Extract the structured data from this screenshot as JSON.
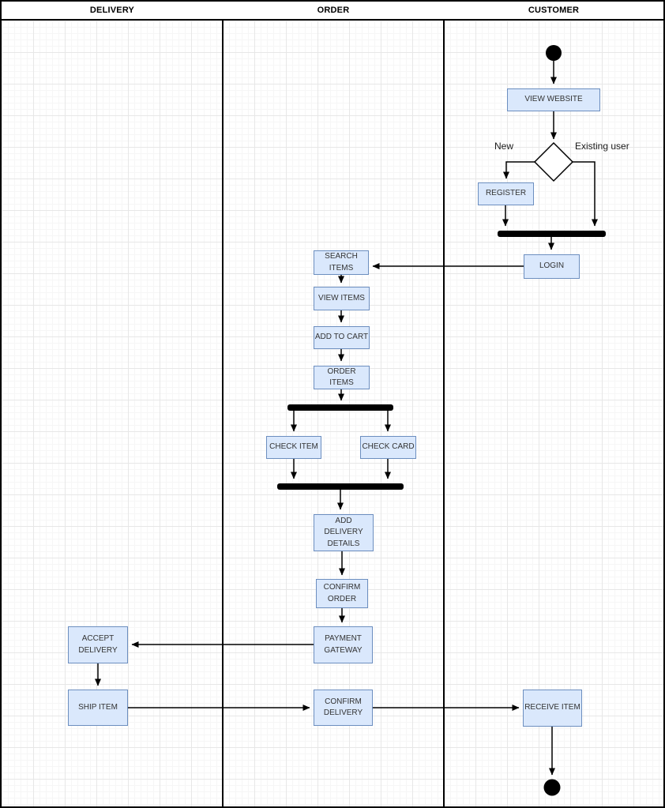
{
  "diagram": {
    "type": "activity-swimlane",
    "lanes": [
      {
        "label": "DELIVERY"
      },
      {
        "label": "ORDER"
      },
      {
        "label": "CUSTOMER"
      }
    ],
    "nodes": {
      "view_website": {
        "label": "VIEW WEBSITE",
        "lane": "CUSTOMER"
      },
      "register": {
        "label": "REGISTER",
        "lane": "CUSTOMER"
      },
      "login": {
        "label": "LOGIN",
        "lane": "CUSTOMER"
      },
      "search_items": {
        "label": "SEARCH\nITEMS",
        "lane": "ORDER"
      },
      "view_items": {
        "label": "VIEW ITEMS",
        "lane": "ORDER"
      },
      "add_to_cart": {
        "label": "ADD TO CART",
        "lane": "ORDER"
      },
      "order_items": {
        "label": "ORDER\nITEMS",
        "lane": "ORDER"
      },
      "check_item": {
        "label": "CHECK ITEM",
        "lane": "ORDER"
      },
      "check_card": {
        "label": "CHECK CARD",
        "lane": "ORDER"
      },
      "add_delivery_details": {
        "label": "ADD\nDELIVERY\nDETAILS",
        "lane": "ORDER"
      },
      "confirm_order": {
        "label": "CONFIRM\nORDER",
        "lane": "ORDER"
      },
      "payment_gateway": {
        "label": "PAYMENT\nGATEWAY",
        "lane": "ORDER"
      },
      "accept_delivery": {
        "label": "ACCEPT\nDELIVERY",
        "lane": "DELIVERY"
      },
      "ship_item": {
        "label": "SHIP ITEM",
        "lane": "DELIVERY"
      },
      "confirm_delivery": {
        "label": "CONFIRM\nDELIVERY",
        "lane": "ORDER"
      },
      "receive_item": {
        "label": "RECEIVE ITEM",
        "lane": "CUSTOMER"
      }
    },
    "decision_labels": {
      "left": "New",
      "right": "Existing user"
    },
    "edges": [
      {
        "from": "start",
        "to": "view_website"
      },
      {
        "from": "view_website",
        "to": "decision"
      },
      {
        "from": "decision",
        "to": "register",
        "label": "New"
      },
      {
        "from": "decision",
        "to": "merge_bar_customer",
        "label": "Existing user"
      },
      {
        "from": "register",
        "to": "merge_bar_customer"
      },
      {
        "from": "merge_bar_customer",
        "to": "login"
      },
      {
        "from": "login",
        "to": "search_items"
      },
      {
        "from": "search_items",
        "to": "view_items"
      },
      {
        "from": "view_items",
        "to": "add_to_cart"
      },
      {
        "from": "add_to_cart",
        "to": "order_items"
      },
      {
        "from": "order_items",
        "to": "fork_bar"
      },
      {
        "from": "fork_bar",
        "to": "check_item"
      },
      {
        "from": "fork_bar",
        "to": "check_card"
      },
      {
        "from": "check_item",
        "to": "join_bar"
      },
      {
        "from": "check_card",
        "to": "join_bar"
      },
      {
        "from": "join_bar",
        "to": "add_delivery_details"
      },
      {
        "from": "add_delivery_details",
        "to": "confirm_order"
      },
      {
        "from": "confirm_order",
        "to": "payment_gateway"
      },
      {
        "from": "payment_gateway",
        "to": "accept_delivery"
      },
      {
        "from": "accept_delivery",
        "to": "ship_item"
      },
      {
        "from": "ship_item",
        "to": "confirm_delivery"
      },
      {
        "from": "confirm_delivery",
        "to": "receive_item"
      },
      {
        "from": "receive_item",
        "to": "end"
      }
    ],
    "colors": {
      "node_fill": "#dae8fc",
      "node_border": "#6c8ebf",
      "line": "#000000",
      "grid_minor": "#f6f6f6",
      "grid_major": "#e7e7e7"
    }
  }
}
